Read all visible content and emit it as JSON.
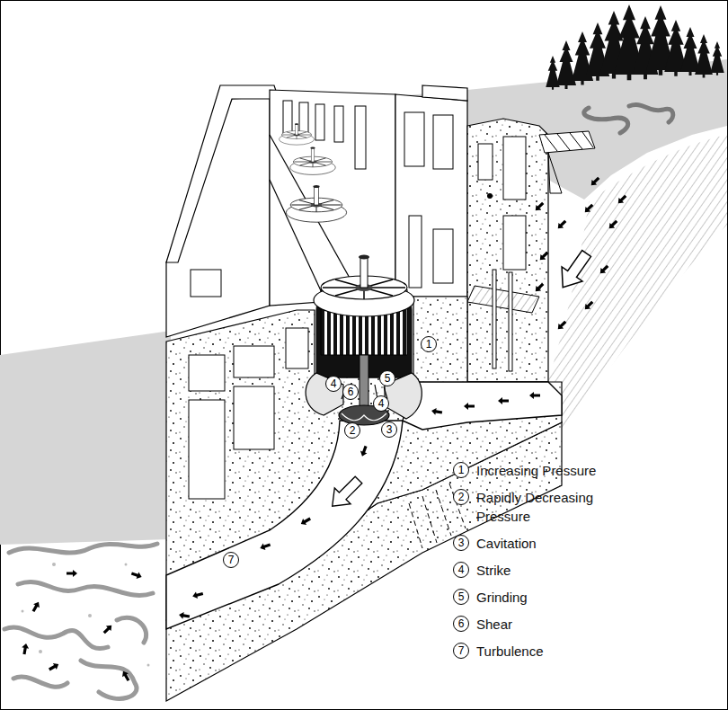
{
  "diagram": {
    "labels": [
      "1",
      "5",
      "4",
      "6",
      "4",
      "2",
      "3",
      "7",
      "1",
      "2",
      "3",
      "4",
      "5",
      "6",
      "7"
    ],
    "legend": [
      {
        "text": "Increasing Pressure"
      },
      {
        "text": "Rapidly Decreasing Pressure"
      },
      {
        "text": "Cavitation"
      },
      {
        "text": "Strike"
      },
      {
        "text": "Grinding"
      },
      {
        "text": "Shear"
      },
      {
        "text": "Turbulence"
      }
    ]
  }
}
